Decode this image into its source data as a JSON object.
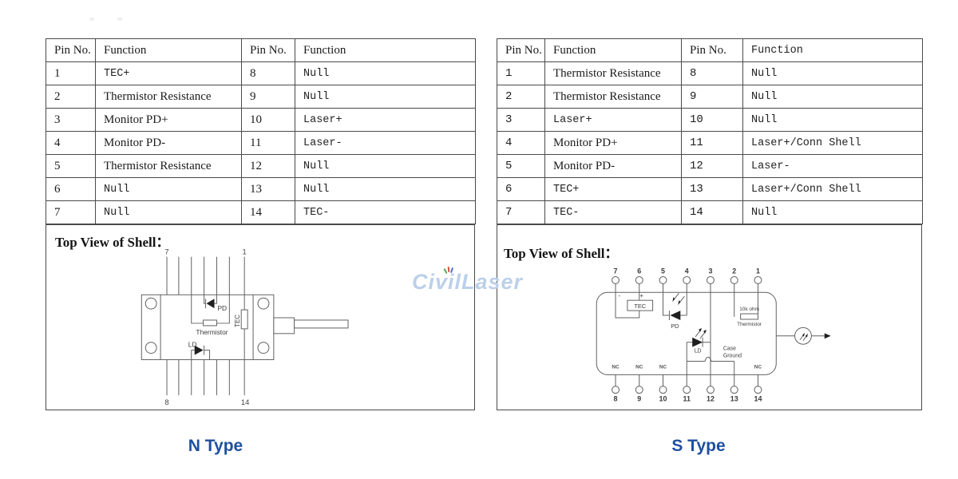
{
  "watermark": {
    "text": "CivilLaser",
    "color": "#bcd0ea"
  },
  "type_color": "#1e4f9f",
  "panels": [
    {
      "type_label": "N Type",
      "shell_title": "Top View of Shell：",
      "headers": [
        {
          "t": "Pin No."
        },
        {
          "t": "Function"
        },
        {
          "t": "Pin No."
        },
        {
          "t": "Function"
        }
      ],
      "rows": [
        [
          {
            "t": "1"
          },
          {
            "t": "TEC+",
            "m": true
          },
          {
            "t": "8"
          },
          {
            "t": "Null",
            "m": true
          }
        ],
        [
          {
            "t": "2"
          },
          {
            "t": "Thermistor Resistance"
          },
          {
            "t": "9"
          },
          {
            "t": "Null",
            "m": true
          }
        ],
        [
          {
            "t": "3"
          },
          {
            "t": "Monitor PD+"
          },
          {
            "t": "10"
          },
          {
            "t": "Laser+",
            "m": true
          }
        ],
        [
          {
            "t": "4"
          },
          {
            "t": "Monitor PD-"
          },
          {
            "t": "11"
          },
          {
            "t": "Laser-",
            "m": true
          }
        ],
        [
          {
            "t": "5"
          },
          {
            "t": "Thermistor Resistance"
          },
          {
            "t": "12"
          },
          {
            "t": "Null",
            "m": true
          }
        ],
        [
          {
            "t": "6"
          },
          {
            "t": "Null",
            "m": true
          },
          {
            "t": "13"
          },
          {
            "t": "Null",
            "m": true
          }
        ],
        [
          {
            "t": "7"
          },
          {
            "t": "Null",
            "m": true
          },
          {
            "t": "14"
          },
          {
            "t": "TEC-",
            "m": true
          }
        ]
      ],
      "diagram": {
        "pin_top_left": "7",
        "pin_top_right": "1",
        "pin_bottom_left": "8",
        "pin_bottom_right": "14",
        "pd": "PD",
        "thermistor": "Thermistor",
        "tec": "TEC",
        "ld": "LD"
      }
    },
    {
      "type_label": "S Type",
      "shell_title": "Top View of Shell：",
      "headers": [
        {
          "t": "Pin No."
        },
        {
          "t": "Function"
        },
        {
          "t": "Pin No."
        },
        {
          "t": "Function",
          "m": true
        }
      ],
      "rows": [
        [
          {
            "t": "1"
          },
          {
            "t": "Thermistor Resistance"
          },
          {
            "t": "8"
          },
          {
            "t": "Null",
            "m": true
          }
        ],
        [
          {
            "t": "2"
          },
          {
            "t": "Thermistor Resistance"
          },
          {
            "t": "9"
          },
          {
            "t": "Null",
            "m": true
          }
        ],
        [
          {
            "t": "3"
          },
          {
            "t": "Laser+",
            "m": true
          },
          {
            "t": "10"
          },
          {
            "t": "Null",
            "m": true
          }
        ],
        [
          {
            "t": "4"
          },
          {
            "t": "Monitor PD+"
          },
          {
            "t": "11"
          },
          {
            "t": "Laser+/Conn Shell",
            "m": true
          }
        ],
        [
          {
            "t": "5"
          },
          {
            "t": "Monitor PD-"
          },
          {
            "t": "12"
          },
          {
            "t": "Laser-",
            "m": true
          }
        ],
        [
          {
            "t": "6"
          },
          {
            "t": "TEC+",
            "m": true
          },
          {
            "t": "13"
          },
          {
            "t": "Laser+/Conn Shell",
            "m": true
          }
        ],
        [
          {
            "t": "7"
          },
          {
            "t": "TEC-",
            "m": true
          },
          {
            "t": "14"
          },
          {
            "t": "Null",
            "m": true
          }
        ]
      ],
      "diagram": {
        "pins_top": [
          "7",
          "6",
          "5",
          "4",
          "3",
          "2",
          "1"
        ],
        "pins_bottom": [
          "8",
          "9",
          "10",
          "11",
          "12",
          "13",
          "14"
        ],
        "nc_label": "NC",
        "nc_bottom_indices": [
          0,
          1,
          2,
          6
        ],
        "tec": "TEC",
        "tec_minus": "-",
        "tec_plus": "+",
        "pd": "PD",
        "ld": "LD",
        "thermistor_value": "10k ohm",
        "thermistor": "Thermistor",
        "case_line1": "Case",
        "case_line2": "Ground"
      }
    }
  ]
}
